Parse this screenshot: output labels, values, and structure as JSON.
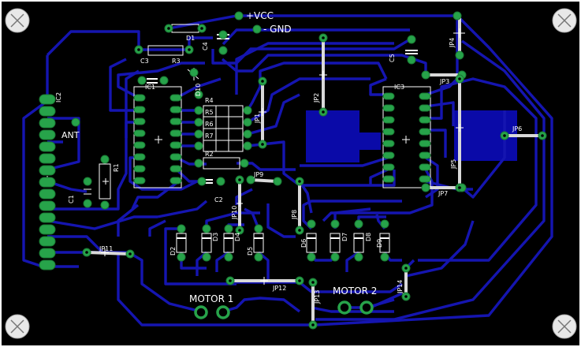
{
  "board": {
    "colors": {
      "background": "#000000",
      "trace": "#1515b0",
      "copper_fill": "#0a0aa8",
      "pad": "#27a34a",
      "silk": "#ffffff",
      "drill": "#000000"
    }
  },
  "labels": {
    "vcc": "+VCC",
    "gnd": "- GND",
    "d1": "D1",
    "c3": "C3",
    "r3": "R3",
    "c4": "C4",
    "c5": "C5",
    "jp4": "JP4",
    "jp3": "JP3",
    "jp2": "JP2",
    "ic1": "IC1",
    "ic2": "IC2",
    "ic3": "IC3",
    "d10": "D10",
    "r4": "R4",
    "r5": "R5",
    "r6": "R6",
    "r7": "R7",
    "r2": "R2",
    "jp1": "JP1",
    "jp5": "JP5",
    "jp6": "JP6",
    "jp7": "JP7",
    "jp9": "JP9",
    "jp10": "JP10",
    "jp8": "JP8",
    "jp11": "JP11",
    "jp12": "JP12",
    "jp13": "JP13",
    "jp14": "JP14",
    "ant": "ANT",
    "r1": "R1",
    "c1": "C1",
    "c2": "C2",
    "d2": "D2",
    "d3": "D3",
    "d4": "D4",
    "d5": "D5",
    "d6": "D6",
    "d7": "D7",
    "d8": "D8",
    "d9": "D9",
    "motor1": "MOTOR 1",
    "motor2": "MOTOR 2"
  }
}
